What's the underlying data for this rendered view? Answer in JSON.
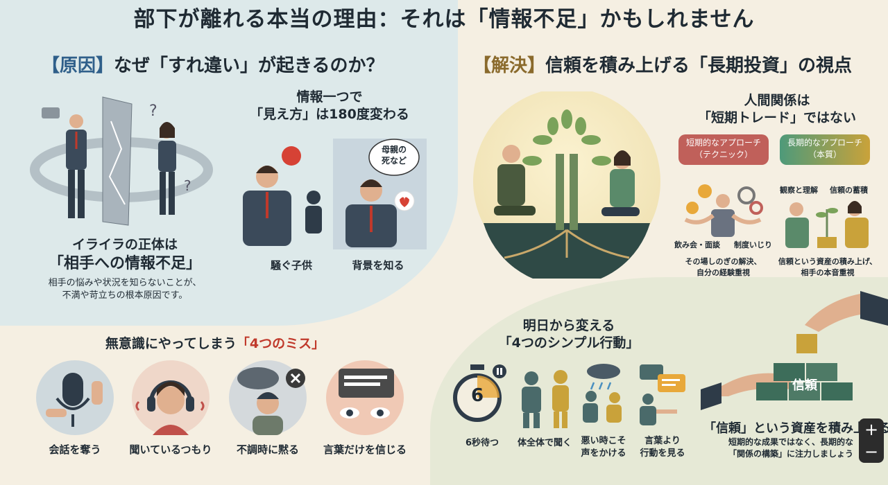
{
  "title": "部下が離れる本当の理由：それは「情報不足」かもしれません",
  "cause": {
    "heading_bracket": "【原因】",
    "heading_text": "なぜ「すれ違い」が起きるのか？",
    "info_caption_1": "情報一つで",
    "info_caption_2": "「見え方」は180度変わる",
    "bubble_text_1": "母親の",
    "bubble_text_2": "死など",
    "label_child": "騒ぐ子供",
    "label_background": "背景を知る",
    "irritation_1": "イライラの正体は",
    "irritation_2": "「相手への情報不足」",
    "irritation_desc_1": "相手の悩みや状況を知らないことが、",
    "irritation_desc_2": "不満や苛立ちの根本原因です。"
  },
  "mistakes": {
    "heading_prefix": "無意識にやってしまう",
    "heading_emphasis": "「4つのミス」",
    "items": [
      {
        "label": "会話を奪う",
        "icon": "microphone-icon"
      },
      {
        "label": "聞いているつもり",
        "icon": "headphones-icon"
      },
      {
        "label": "不調時に黙る",
        "icon": "cloud-icon"
      },
      {
        "label": "言葉だけを信じる",
        "icon": "eye-icon"
      }
    ]
  },
  "solution": {
    "heading_bracket": "【解決】",
    "heading_text": "信頼を積み上げる「長期投資」の視点",
    "relation_1": "人間関係は",
    "relation_2": "「短期トレード」ではない",
    "short_pill_1": "短期的なアプローチ",
    "short_pill_2": "（テクニック）",
    "long_pill_1": "長期的なアプローチ",
    "long_pill_2": "（本質）",
    "short_tag_1": "飲み会・面談",
    "short_tag_2": "制度いじり",
    "long_tag_1": "観察と理解",
    "long_tag_2": "信頼の蓄積",
    "short_desc_1": "その場しのぎの解決、",
    "short_desc_2": "自分の経験重視",
    "long_desc_1": "信頼という資産の積み上げ、",
    "long_desc_2": "相手の本音重視",
    "colors": {
      "short": "#c0605a",
      "long": "#4e9a7a"
    }
  },
  "actions": {
    "heading_1": "明日から変える",
    "heading_2": "「4つのシンプル行動」",
    "timer_number": "6",
    "items": [
      {
        "label_1": "6秒待つ",
        "label_2": "",
        "icon": "stopwatch-icon"
      },
      {
        "label_1": "体全体で聞く",
        "label_2": "",
        "icon": "listening-person-icon"
      },
      {
        "label_1": "悪い時こそ",
        "label_2": "声をかける",
        "icon": "rain-cloud-icon"
      },
      {
        "label_1": "言葉より",
        "label_2": "行動を見る",
        "icon": "speech-bubbles-icon"
      }
    ]
  },
  "trust": {
    "block_label": "信頼",
    "caption": "「信頼」という資産を積み上げる",
    "desc_1": "短期的な成果ではなく、長期的な",
    "desc_2": "「関係の構築」に注力しましょう"
  },
  "zoom": {
    "in": "+",
    "out": "−"
  }
}
